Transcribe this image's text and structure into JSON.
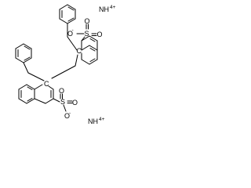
{
  "molecule": {
    "labels": {
      "ammonium": "NH",
      "ammonium_charge": "4+",
      "sulfonate_oxygen": "O",
      "sulfonate_minus": "-",
      "sulfur": "S",
      "carbon": "C",
      "double_bond_oxygen": "O"
    }
  }
}
